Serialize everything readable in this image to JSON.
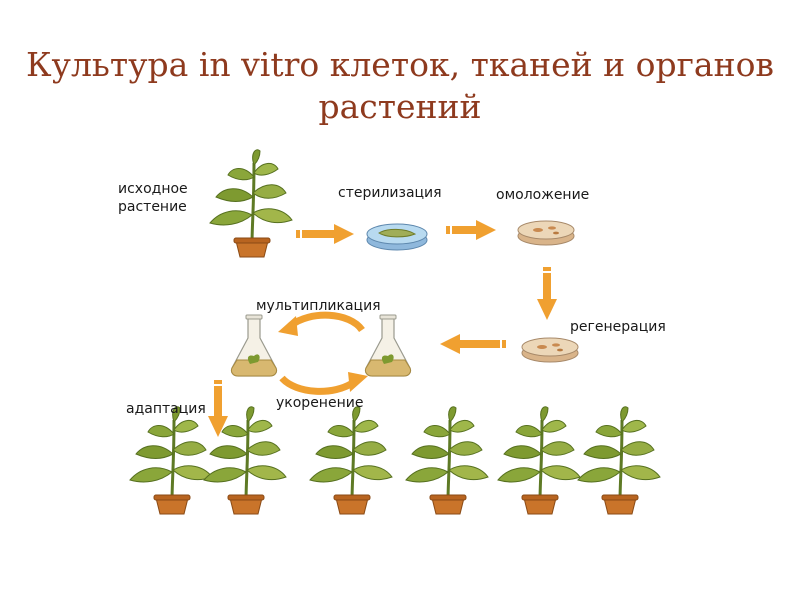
{
  "title_line1": "Культура in vitro клеток, тканей и органов",
  "title_line2": "растений",
  "stages": {
    "source_line1": "исходное",
    "source_line2": "растение",
    "sterilization": "стерилизация",
    "rejuvenation": "омоложение",
    "regeneration": "регенерация",
    "multiplication": "мультипликация",
    "rooting": "укоренение",
    "adaptation": "адаптация"
  },
  "colors": {
    "title": "#8e3a1e",
    "arrow": "#f0a030",
    "leaf": "#8aa63a",
    "pot": "#c9742a",
    "dish_blue": "#9ec8e8",
    "dish_tan": "#e6c9a0",
    "flask_liquid": "#d8b870"
  },
  "icons": [
    "potted-plant-icon",
    "petri-dish-icon",
    "flask-icon",
    "arrow-icon"
  ],
  "final_plant_count": 6
}
